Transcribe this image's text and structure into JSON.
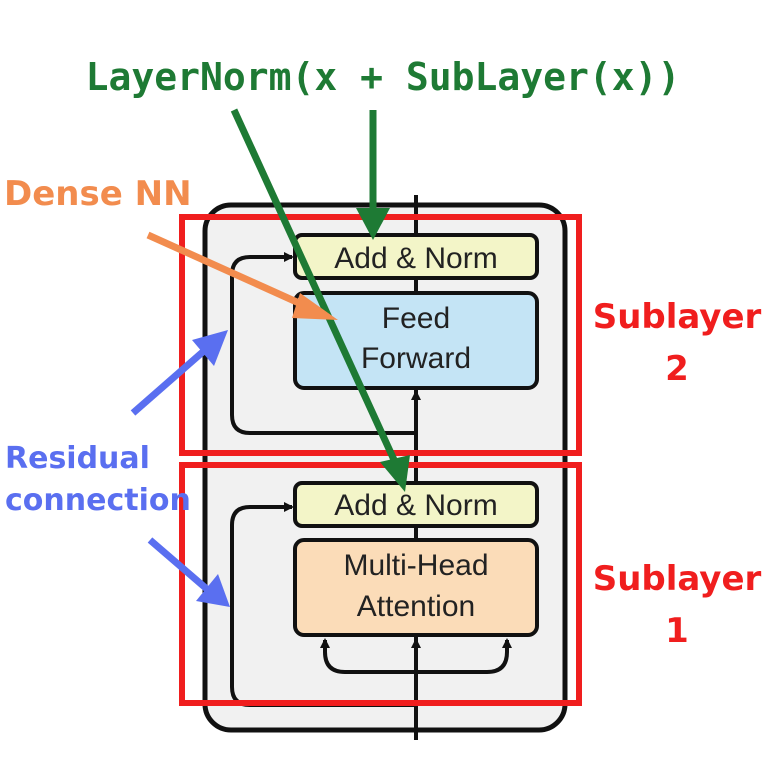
{
  "formula": "LayerNorm(x + SubLayer(x))",
  "dense_nn_label": "Dense NN",
  "residual_label": [
    "Residual",
    "connection"
  ],
  "sublayer2_label": [
    "Sublayer",
    "2"
  ],
  "sublayer1_label": [
    "Sublayer",
    "1"
  ],
  "blocks": {
    "add_norm_top": "Add & Norm",
    "feed_forward": [
      "Feed",
      "Forward"
    ],
    "add_norm_bottom": "Add & Norm",
    "multi_head_attention": [
      "Multi-Head",
      "Attention"
    ]
  },
  "colors": {
    "formula_green": "#1e7a34",
    "dense_orange": "#f28c4e",
    "residual_blue": "#5a6ff0",
    "sublayer_red": "#f01e1e",
    "add_norm_fill": "#f3f5c8",
    "feed_forward_fill": "#c4e4f5",
    "attention_fill": "#fbdcb8",
    "outer_fill": "#f1f1f1"
  }
}
